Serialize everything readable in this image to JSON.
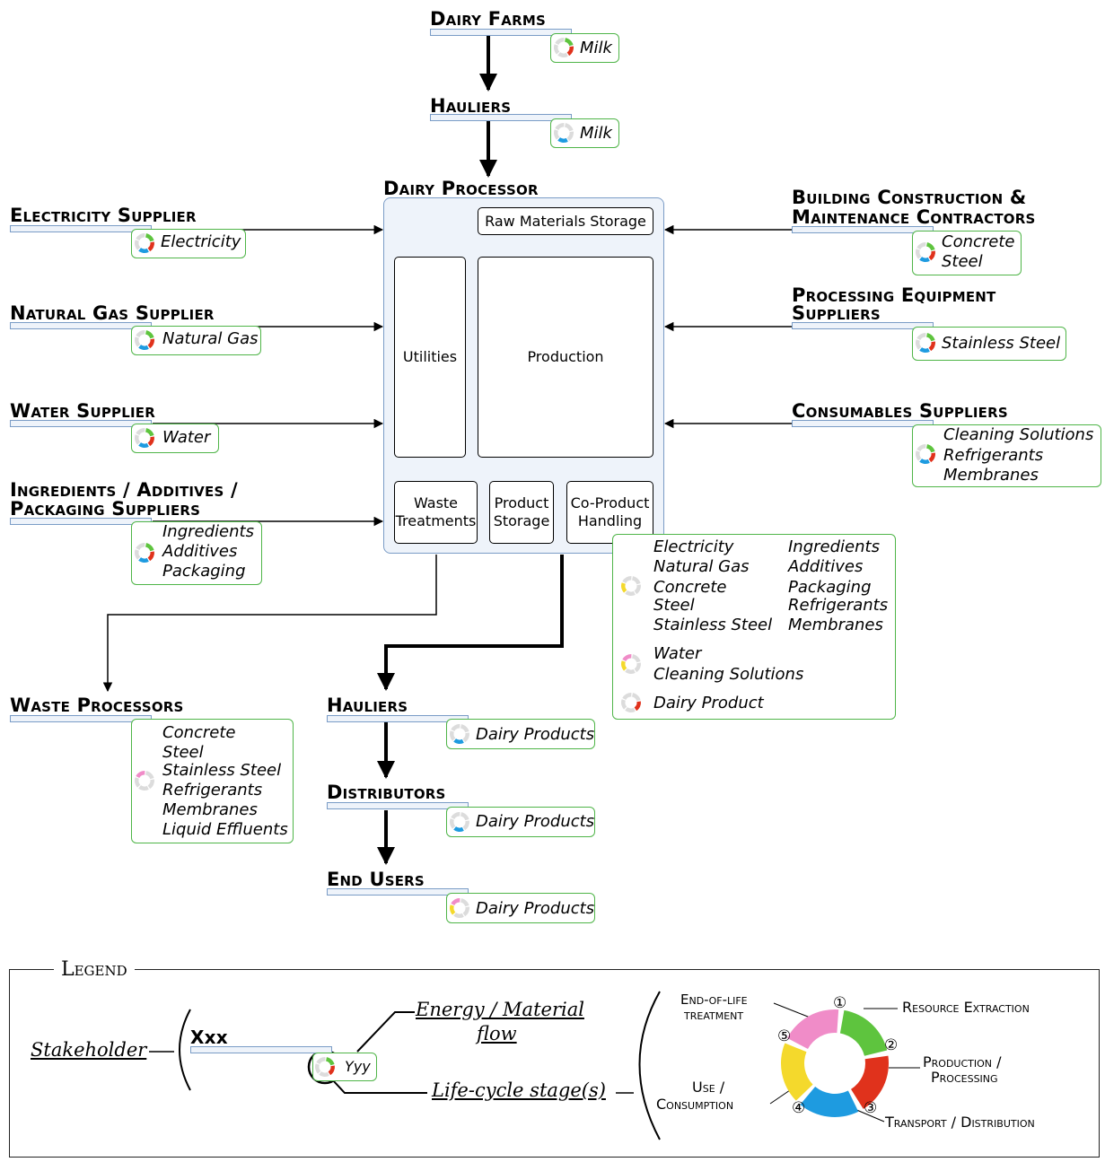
{
  "stakeholders": {
    "dairy_farms": {
      "title": "Dairy Farms",
      "flows": [
        "Milk"
      ]
    },
    "hauliers_top": {
      "title": "Hauliers",
      "flows": [
        "Milk"
      ]
    },
    "dairy_processor": {
      "title": "Dairy Processor"
    },
    "electricity": {
      "title": "Electricity Supplier",
      "flows": [
        "Electricity"
      ]
    },
    "natural_gas": {
      "title": "Natural Gas Supplier",
      "flows": [
        "Natural Gas"
      ]
    },
    "water": {
      "title": "Water Supplier",
      "flows": [
        "Water"
      ]
    },
    "ingredients": {
      "title_line1": "Ingredients / Additives /",
      "title_line2": "Packaging Suppliers",
      "flows": [
        "Ingredients",
        "Additives",
        "Packaging"
      ]
    },
    "building": {
      "title_line1": "Building Construction &",
      "title_line2": "Maintenance Contractors",
      "flows": [
        "Concrete",
        "Steel"
      ]
    },
    "equipment": {
      "title_line1": "Processing Equipment",
      "title_line2": "Suppliers",
      "flows": [
        "Stainless Steel"
      ]
    },
    "consumables": {
      "title": "Consumables Suppliers",
      "flows": [
        "Cleaning Solutions",
        "Refrigerants",
        "Membranes"
      ]
    },
    "waste_processors": {
      "title": "Waste Processors",
      "flows": [
        "Concrete",
        "Steel",
        "Stainless Steel",
        "Refrigerants",
        "Membranes",
        "Liquid Effluents"
      ]
    },
    "hauliers_bottom": {
      "title": "Hauliers",
      "flows": [
        "Dairy Products"
      ]
    },
    "distributors": {
      "title": "Distributors",
      "flows": [
        "Dairy Products"
      ]
    },
    "end_users": {
      "title": "End Users",
      "flows": [
        "Dairy Products"
      ]
    }
  },
  "processor_units": {
    "raw_materials": "Raw Materials Storage",
    "utilities": "Utilities",
    "production": "Production",
    "waste_treatments_1": "Waste",
    "waste_treatments_2": "Treatments",
    "product_storage_1": "Product",
    "product_storage_2": "Storage",
    "coproduct_1": "Co-Product",
    "coproduct_2": "Handling"
  },
  "processor_flows": {
    "group1_col1": [
      "Electricity",
      "Natural Gas",
      "Concrete",
      "Steel",
      "Stainless Steel"
    ],
    "group1_col2": [
      "Ingredients",
      "Additives",
      "Packaging",
      "Refrigerants",
      "Membranes"
    ],
    "group2": [
      "Water",
      "Cleaning Solutions"
    ],
    "group3": [
      "Dairy Product"
    ]
  },
  "legend": {
    "title": "Legend",
    "stakeholder": "Stakeholder",
    "xxx": "Xxx",
    "yyy": "Yyy",
    "flow_line1": "Energy / Material",
    "flow_line2": "flow",
    "lifecycle": "Life-cycle stage(s)",
    "stages": {
      "s1": "Resource Extraction",
      "s2_line1": "Production /",
      "s2_line2": "Processing",
      "s3": "Transport / Distribution",
      "s4_line1": "Use /",
      "s4_line2": "Consumption",
      "s5_line1": "End-of-life",
      "s5_line2": "treatment",
      "n1": "①",
      "n2": "②",
      "n3": "③",
      "n4": "④",
      "n5": "⑤"
    }
  },
  "colors": {
    "stage1": "#5ec43e",
    "stage2": "#e0321c",
    "stage3": "#1e9be0",
    "stage4": "#f4d92c",
    "stage5": "#f08cc8",
    "inactive": "#dcdcdc",
    "flow_border": "#4fb548",
    "bar_border": "#7a9cc6",
    "processor_fill": "#eef3fa"
  }
}
